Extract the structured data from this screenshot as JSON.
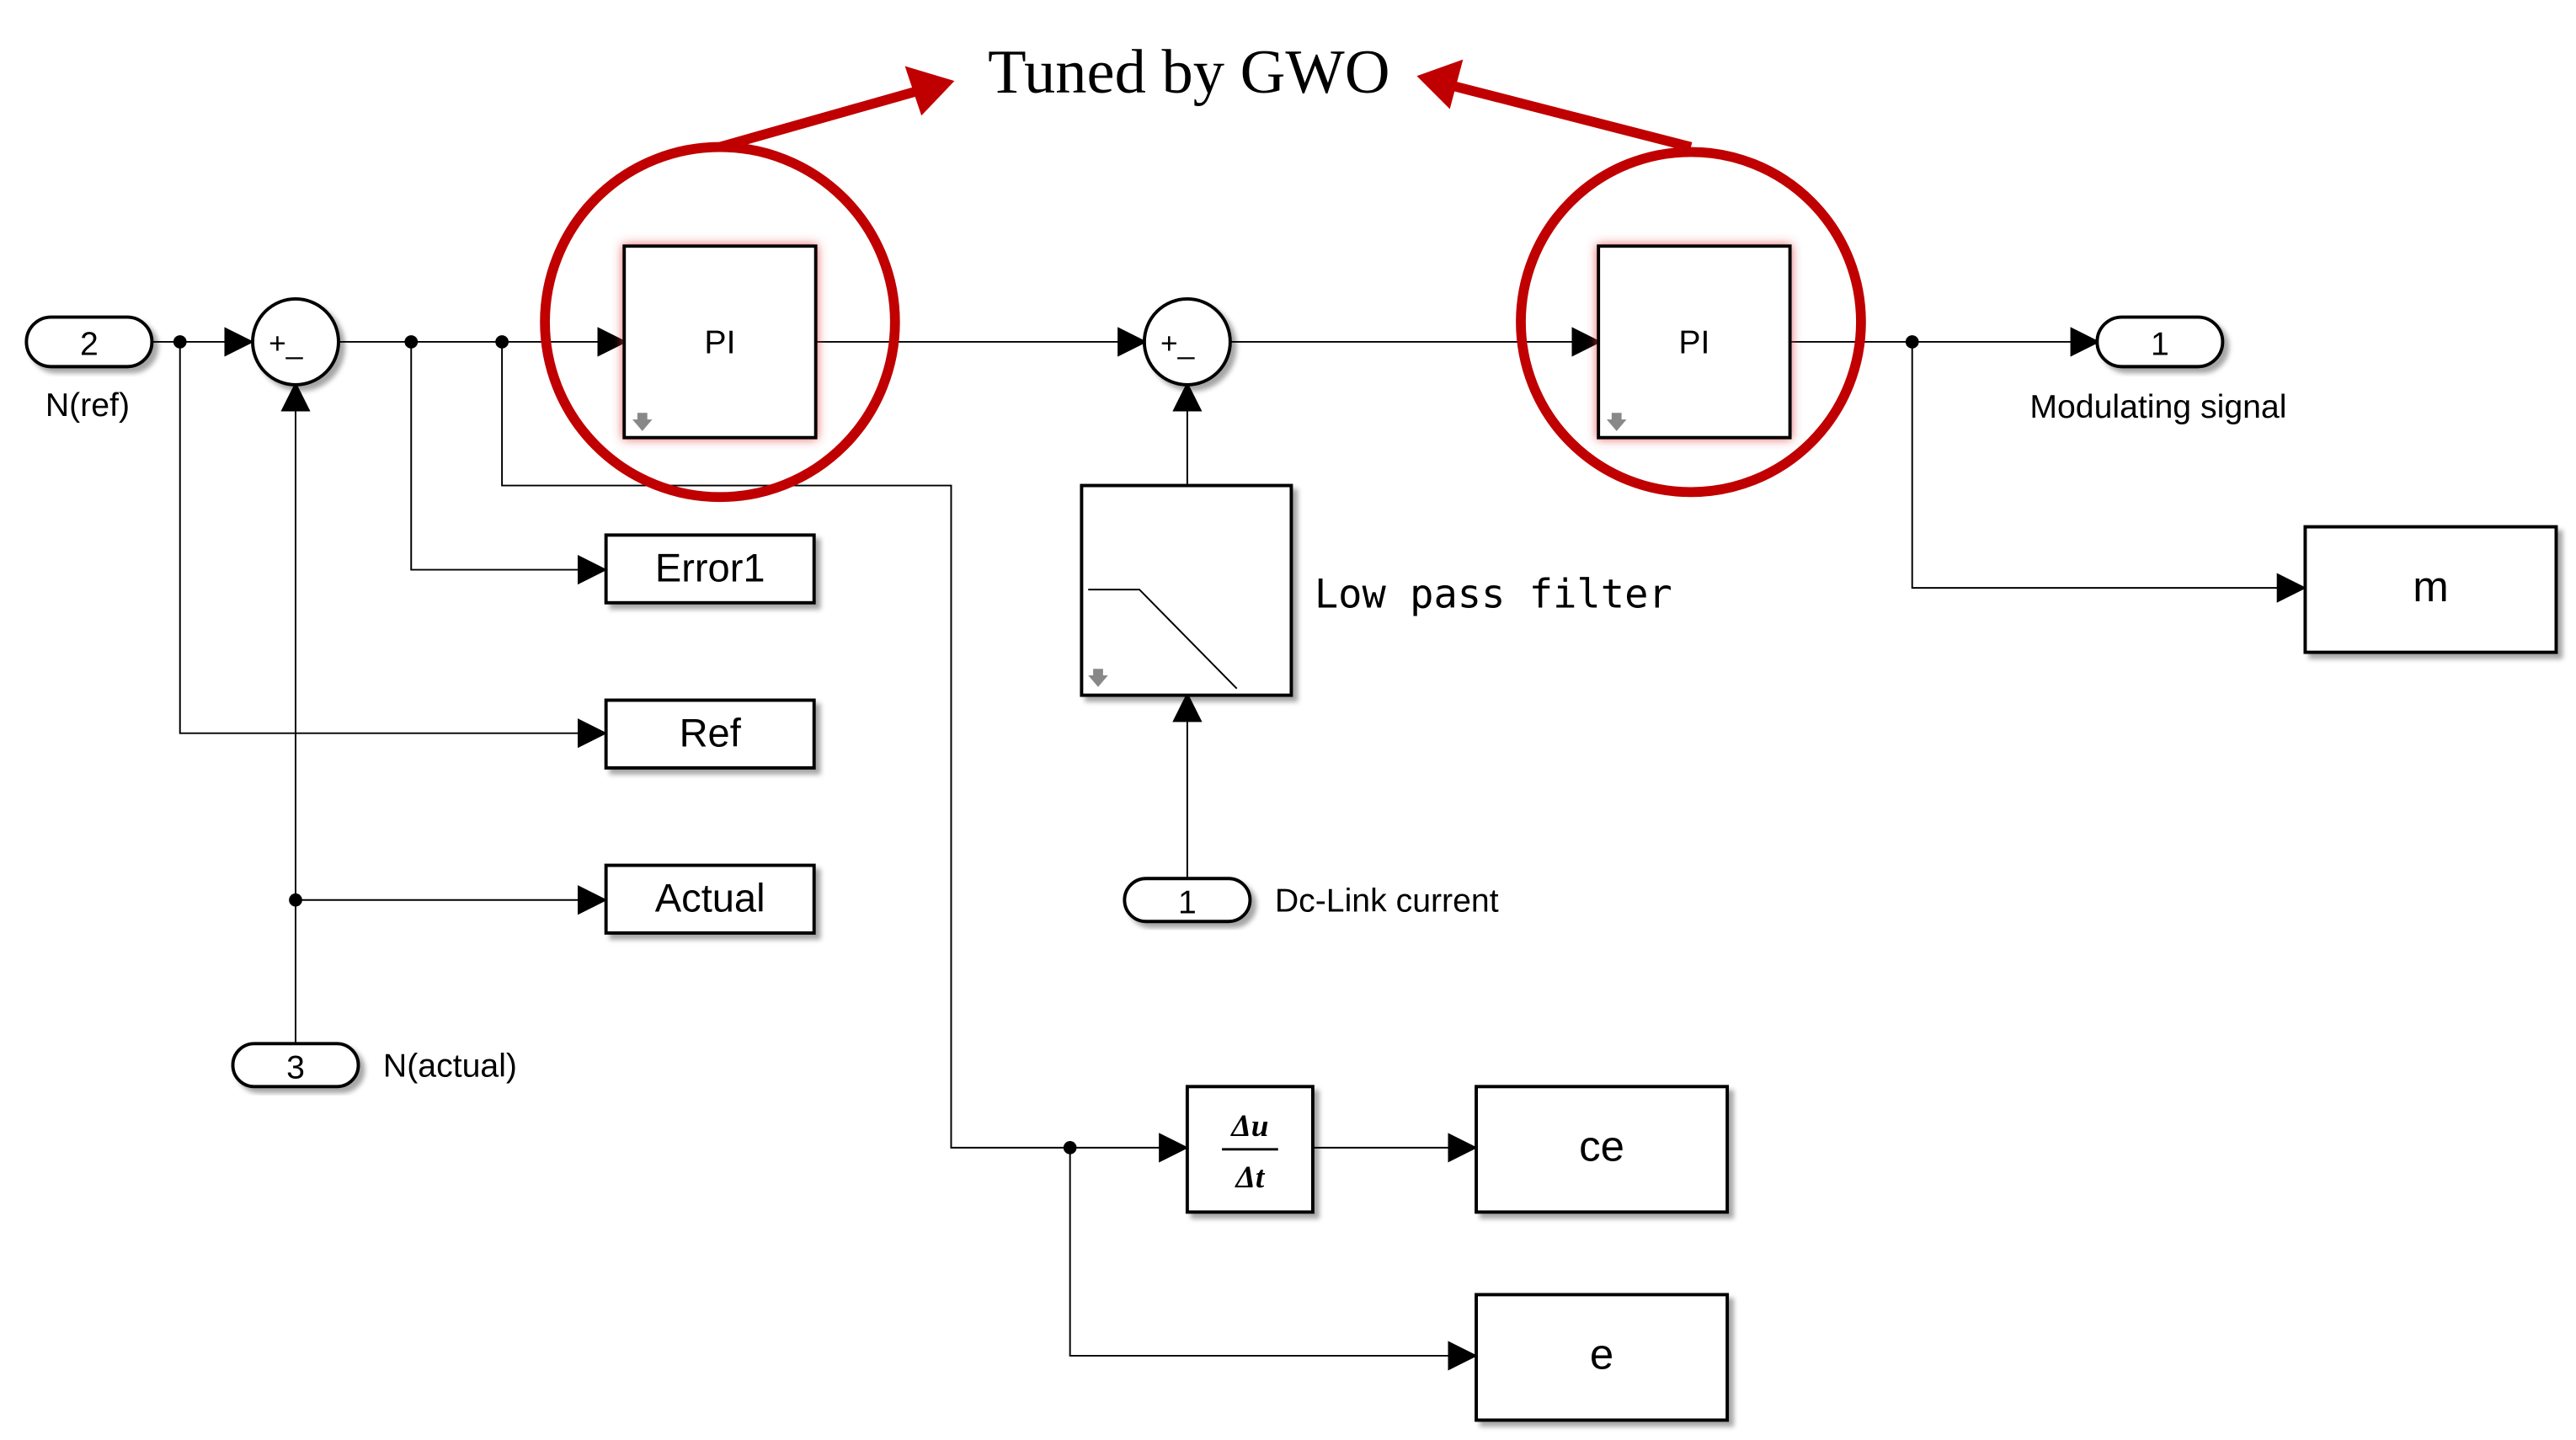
{
  "annotation": {
    "text": "Tuned by GWO",
    "color": "#c00000"
  },
  "ports": {
    "inport_ref": {
      "number": "2",
      "label": "N(ref)"
    },
    "inport_actual": {
      "number": "3",
      "label": "N(actual)"
    },
    "inport_dc": {
      "number": "1",
      "label": "Dc-Link current"
    },
    "outport_m": {
      "number": "1",
      "label": "Modulating signal"
    }
  },
  "sums": {
    "sum1_sign": "+_",
    "sum2_sign": "+_"
  },
  "controllers": {
    "pi1": "PI",
    "pi2": "PI"
  },
  "filter": {
    "label": "Low pass filter"
  },
  "derivative": {
    "numerator": "Δu",
    "denominator": "Δt"
  },
  "goto_tags": {
    "error1": "Error1",
    "ref": "Ref",
    "actual": "Actual"
  },
  "scopes": {
    "m": "m",
    "ce": "ce",
    "e": "e"
  }
}
